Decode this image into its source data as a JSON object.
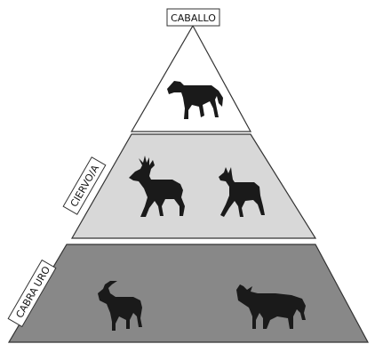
{
  "tiers": [
    {
      "label": "CABALLO",
      "fill": "#ffffff",
      "animals": [
        "horse-icon"
      ]
    },
    {
      "label": "CIERVO/A",
      "fill": "#d8d8d8",
      "animals": [
        "stag-icon",
        "hind-icon"
      ]
    },
    {
      "label_parts": [
        "CABRA",
        "URO"
      ],
      "fill": "#888888",
      "animals": [
        "ibex-icon",
        "aurochs-icon"
      ]
    }
  ],
  "colors": {
    "outline": "#333333",
    "silhouette": "#1a1a1a",
    "label_box_bg": "#ffffff"
  }
}
